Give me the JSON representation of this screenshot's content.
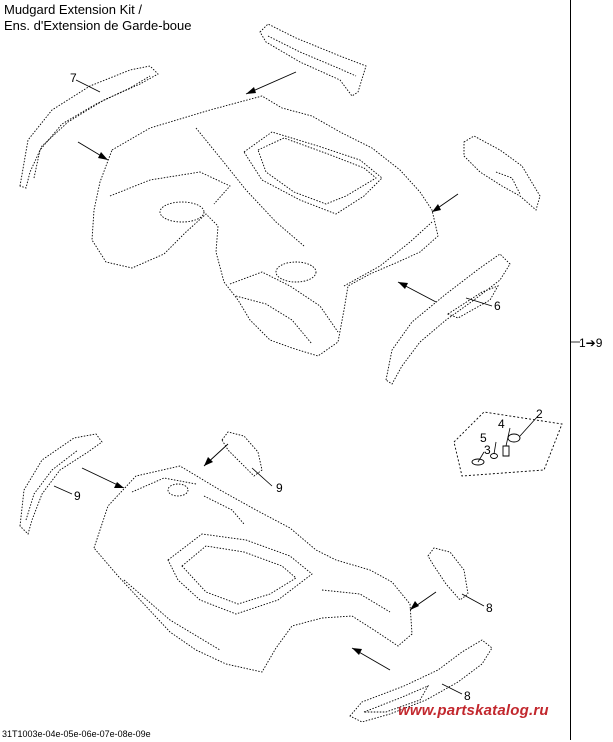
{
  "title": {
    "line1": "Mudgard Extension Kit /",
    "line2": "Ens. d'Extension de Garde-boue"
  },
  "range_label": "1➔9",
  "footer_code": "31T1003e-04e-05e-06e-07e-08e-09e",
  "watermark": "www.partskatalog.ru",
  "callouts": {
    "c7": "7",
    "c6": "6",
    "c9a": "9",
    "c9b": "9",
    "c8a": "8",
    "c8b": "8",
    "c2": "2",
    "c3": "3",
    "c4": "4",
    "c5": "5"
  },
  "colors": {
    "line": "#000000",
    "watermark": "#c2272d"
  }
}
